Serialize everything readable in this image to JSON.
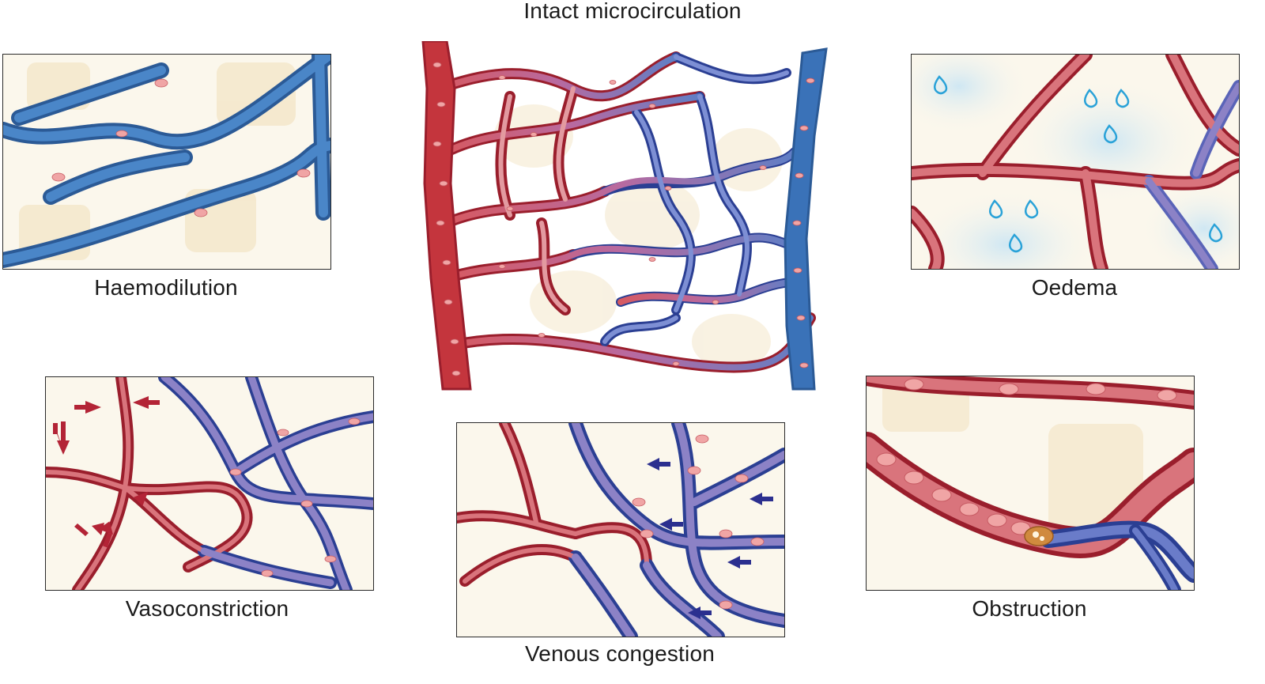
{
  "figure": {
    "center": {
      "title": "Intact microcirculation"
    },
    "panels": {
      "haemodilution": {
        "caption": "Haemodilution"
      },
      "oedema": {
        "caption": "Oedema"
      },
      "vasoconstriction": {
        "caption": "Vasoconstriction"
      },
      "venous_congestion": {
        "caption": "Venous congestion"
      },
      "obstruction": {
        "caption": "Obstruction"
      }
    },
    "colors": {
      "artery": "#c4353d",
      "artery_dark": "#9a1e2c",
      "vein": "#3a72b8",
      "vein_dark": "#2b3f93",
      "capillary_fill": "#e8a4a4",
      "rbc": "#ef9a94",
      "tissue": "#fbf7ec",
      "cell": "#f4e6c9",
      "fluid_drop": "#2aa2d8"
    }
  }
}
